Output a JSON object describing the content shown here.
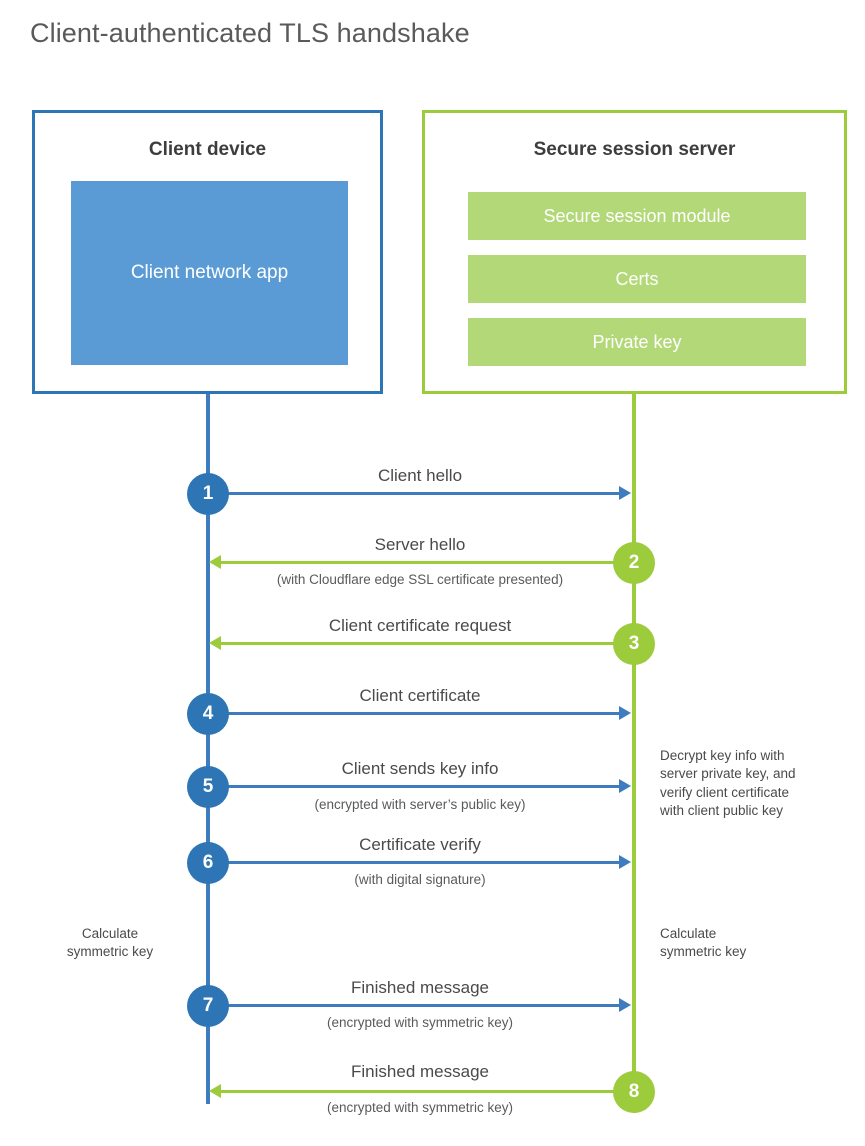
{
  "title": "Client-authenticated TLS handshake",
  "colors": {
    "client_border": "#2E75B6",
    "client_app_fill": "#5B9BD5",
    "server_border": "#9CCB3B",
    "server_bar_fill": "#B3D878",
    "client_line": "#3E7CBF",
    "server_line": "#9CCB3B",
    "text": "#4a4a4a"
  },
  "parties": {
    "client": {
      "title": "Client device",
      "app_label": "Client network app"
    },
    "server": {
      "title": "Secure session server",
      "components": [
        "Secure session module",
        "Certs",
        "Private key"
      ]
    }
  },
  "steps": [
    {
      "number": "1",
      "label": "Client hello",
      "sub": "",
      "direction": "client-to-server",
      "color": "blue"
    },
    {
      "number": "2",
      "label": "Server hello",
      "sub": "(with Cloudflare edge SSL certificate presented)",
      "direction": "server-to-client",
      "color": "green"
    },
    {
      "number": "3",
      "label": "Client certificate request",
      "sub": "",
      "direction": "server-to-client",
      "color": "green"
    },
    {
      "number": "4",
      "label": "Client certificate",
      "sub": "",
      "direction": "client-to-server",
      "color": "blue"
    },
    {
      "number": "5",
      "label": "Client sends key info",
      "sub": "(encrypted with server’s public key)",
      "direction": "client-to-server",
      "color": "blue"
    },
    {
      "number": "6",
      "label": "Certificate verify",
      "sub": "(with digital signature)",
      "direction": "client-to-server",
      "color": "blue"
    },
    {
      "number": "7",
      "label": "Finished message",
      "sub": "(encrypted with symmetric key)",
      "direction": "client-to-server",
      "color": "blue"
    },
    {
      "number": "8",
      "label": "Finished message",
      "sub": "(encrypted with symmetric key)",
      "direction": "server-to-client",
      "color": "green"
    }
  ],
  "notes": {
    "server_decrypt": "Decrypt key info with server private key, and verify client certificate with client public key",
    "server_decrypt_lines": [
      "Decrypt key info with",
      "server private key, and",
      "verify client certificate",
      "with client public key"
    ],
    "calculate_client_lines": [
      "Calculate",
      "symmetric key"
    ],
    "calculate_server_lines": [
      "Calculate",
      "symmetric key"
    ]
  }
}
